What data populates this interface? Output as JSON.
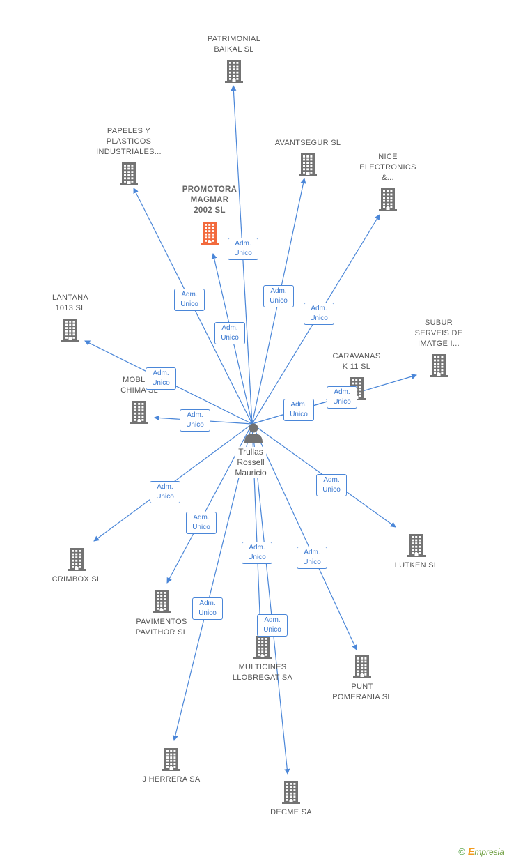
{
  "center": {
    "name_lines": [
      "Trullas",
      "Rossell",
      "Mauricio"
    ],
    "icon": "person-icon"
  },
  "relation_label": [
    "Adm.",
    "Unico"
  ],
  "colors": {
    "edge": "#4a86d8",
    "building": "#737373",
    "main_building": "#f26a3d",
    "text": "#555555"
  },
  "companies": [
    {
      "id": "patrimonial-baikal",
      "lines": [
        "PATRIMONIAL",
        "BAIKAL SL"
      ],
      "main": false,
      "icon": "building-icon"
    },
    {
      "id": "papeles-plasticos",
      "lines": [
        "PAPELES Y",
        "PLASTICOS",
        "INDUSTRIALES..."
      ],
      "main": false,
      "icon": "building-icon"
    },
    {
      "id": "avantsegur",
      "lines": [
        "AVANTSEGUR SL"
      ],
      "main": false,
      "icon": "building-icon"
    },
    {
      "id": "nice-electronics",
      "lines": [
        "NICE",
        "ELECTRONICS",
        "&..."
      ],
      "main": false,
      "icon": "building-icon"
    },
    {
      "id": "promotora-magmar",
      "lines": [
        "PROMOTORA",
        "MAGMAR",
        "2002 SL"
      ],
      "main": true,
      "icon": "building-icon"
    },
    {
      "id": "lantana",
      "lines": [
        "LANTANA",
        "1013 SL"
      ],
      "main": false,
      "icon": "building-icon"
    },
    {
      "id": "subur-serveis",
      "lines": [
        "SUBUR",
        "SERVEIS DE",
        "IMATGE I..."
      ],
      "main": false,
      "icon": "building-icon"
    },
    {
      "id": "caravanas-k11",
      "lines": [
        "CARAVANAS",
        "K 11 SL"
      ],
      "main": false,
      "icon": "building-icon"
    },
    {
      "id": "mobles-chima",
      "lines": [
        "MOBLES",
        "CHIMA SL"
      ],
      "main": false,
      "icon": "building-icon"
    },
    {
      "id": "crimbox",
      "lines": [
        "CRIMBOX SL"
      ],
      "main": false,
      "icon": "building-icon"
    },
    {
      "id": "lutken",
      "lines": [
        "LUTKEN SL"
      ],
      "main": false,
      "icon": "building-icon"
    },
    {
      "id": "pavimentos-pavithor",
      "lines": [
        "PAVIMENTOS",
        "PAVITHOR SL"
      ],
      "main": false,
      "icon": "building-icon"
    },
    {
      "id": "multicines-llobregat",
      "lines": [
        "MULTICINES",
        "LLOBREGAT SA"
      ],
      "main": false,
      "icon": "building-icon"
    },
    {
      "id": "punt-pomerania",
      "lines": [
        "PUNT",
        "POMERANIA SL"
      ],
      "main": false,
      "icon": "building-icon"
    },
    {
      "id": "j-herrera",
      "lines": [
        "J HERRERA SA"
      ],
      "main": false,
      "icon": "building-icon"
    },
    {
      "id": "decme",
      "lines": [
        "DECME SA"
      ],
      "main": false,
      "icon": "building-icon"
    }
  ],
  "footer": {
    "copyright_symbol": "©",
    "brand_initial": "E",
    "brand_rest": "mpresia"
  }
}
